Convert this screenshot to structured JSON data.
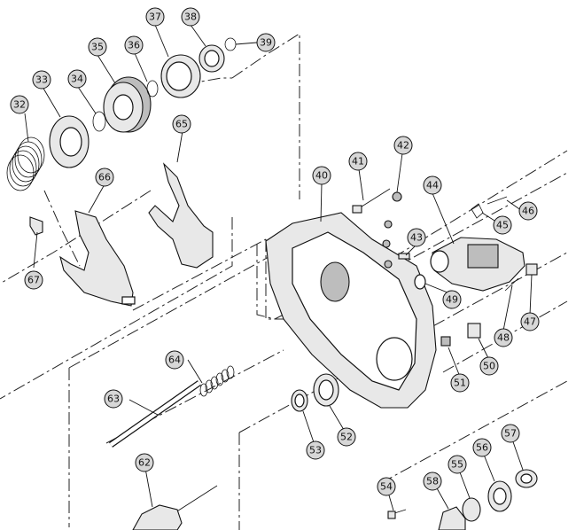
{
  "diagram": {
    "callouts": [
      {
        "id": "c32",
        "label": "32"
      },
      {
        "id": "c33",
        "label": "33"
      },
      {
        "id": "c34",
        "label": "34"
      },
      {
        "id": "c35",
        "label": "35"
      },
      {
        "id": "c36",
        "label": "36"
      },
      {
        "id": "c37",
        "label": "37"
      },
      {
        "id": "c38",
        "label": "38"
      },
      {
        "id": "c39",
        "label": "39"
      },
      {
        "id": "c40",
        "label": "40"
      },
      {
        "id": "c41",
        "label": "41"
      },
      {
        "id": "c42",
        "label": "42"
      },
      {
        "id": "c43",
        "label": "43"
      },
      {
        "id": "c44",
        "label": "44"
      },
      {
        "id": "c45",
        "label": "45"
      },
      {
        "id": "c46",
        "label": "46"
      },
      {
        "id": "c47",
        "label": "47"
      },
      {
        "id": "c48",
        "label": "48"
      },
      {
        "id": "c49",
        "label": "49"
      },
      {
        "id": "c50",
        "label": "50"
      },
      {
        "id": "c51",
        "label": "51"
      },
      {
        "id": "c52",
        "label": "52"
      },
      {
        "id": "c53",
        "label": "53"
      },
      {
        "id": "c54",
        "label": "54"
      },
      {
        "id": "c55",
        "label": "55"
      },
      {
        "id": "c56",
        "label": "56"
      },
      {
        "id": "c57",
        "label": "57"
      },
      {
        "id": "c58",
        "label": "58"
      },
      {
        "id": "c62",
        "label": "62"
      },
      {
        "id": "c63",
        "label": "63"
      },
      {
        "id": "c64",
        "label": "64"
      },
      {
        "id": "c65",
        "label": "65"
      },
      {
        "id": "c66",
        "label": "66"
      },
      {
        "id": "c67",
        "label": "67"
      }
    ]
  }
}
